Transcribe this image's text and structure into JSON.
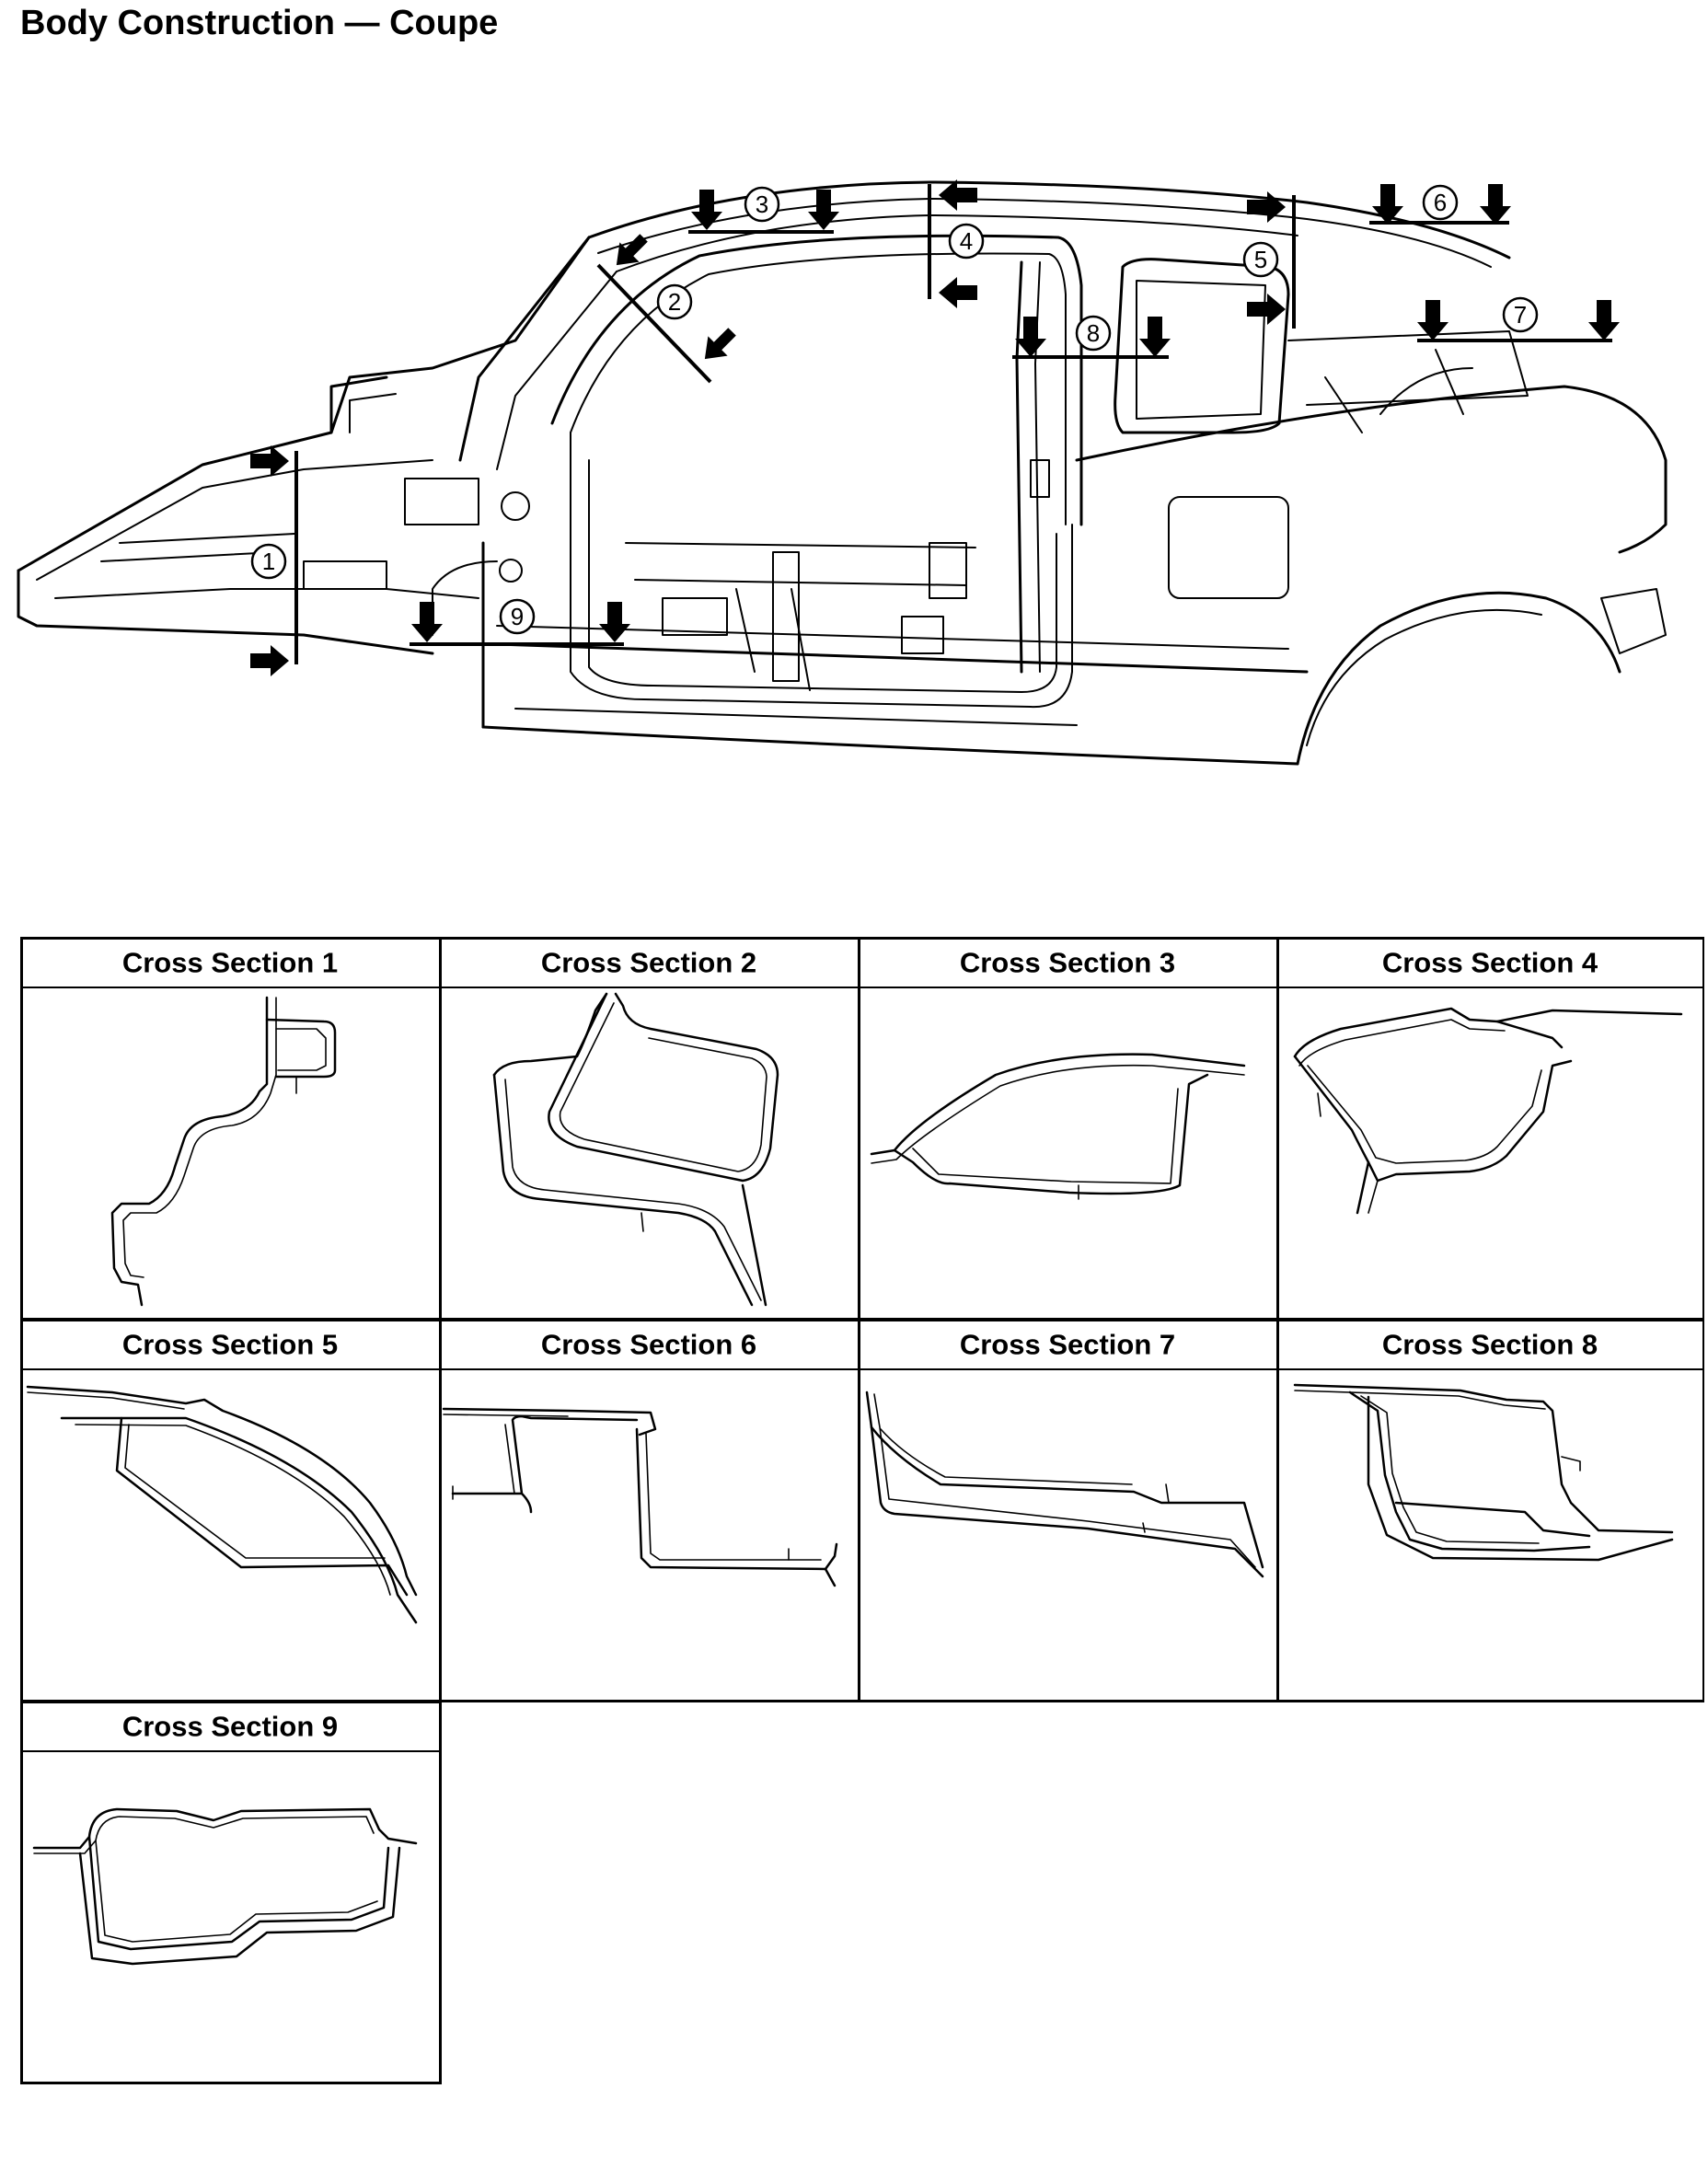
{
  "page": {
    "title": "Body Construction — Coupe"
  },
  "diagram": {
    "markers": [
      "1",
      "2",
      "3",
      "4",
      "5",
      "6",
      "7",
      "8",
      "9"
    ]
  },
  "sections": [
    {
      "title": "Cross Section 1"
    },
    {
      "title": "Cross Section 2"
    },
    {
      "title": "Cross Section 3"
    },
    {
      "title": "Cross Section 4"
    },
    {
      "title": "Cross Section 5"
    },
    {
      "title": "Cross Section 6"
    },
    {
      "title": "Cross Section 7"
    },
    {
      "title": "Cross Section 8"
    },
    {
      "title": "Cross Section 9"
    }
  ]
}
